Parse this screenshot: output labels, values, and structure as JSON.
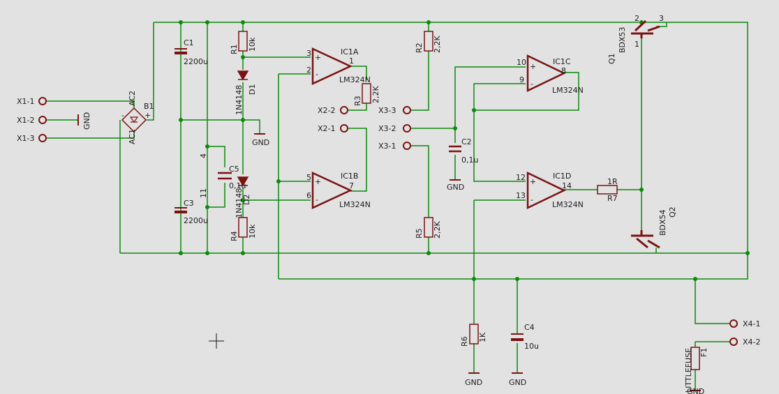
{
  "colors": {
    "background": "#e2e2e2",
    "net": "#0b8a0b",
    "part": "#7a1212",
    "text": "#1c1c1c"
  },
  "connectors": {
    "X1": [
      "X1-1",
      "X1-2",
      "X1-3"
    ],
    "X2": [
      "X2-2",
      "X2-1"
    ],
    "X3": [
      "X3-3",
      "X3-2",
      "X3-1"
    ],
    "X4": [
      "X4-1",
      "X4-2"
    ]
  },
  "parts": {
    "C1": {
      "name": "C1",
      "value": "2200u"
    },
    "C2": {
      "name": "C2",
      "value": "0,1u"
    },
    "C3": {
      "name": "C3",
      "value": "2200u"
    },
    "C4": {
      "name": "C4",
      "value": "10u"
    },
    "C5": {
      "name": "C5",
      "value": "0,1u"
    },
    "R1": {
      "name": "R1",
      "value": "10k"
    },
    "R2": {
      "name": "R2",
      "value": "2,2K"
    },
    "R3": {
      "name": "R3",
      "value": "2,2K"
    },
    "R4": {
      "name": "R4",
      "value": "10k"
    },
    "R5": {
      "name": "R5",
      "value": "2,2K"
    },
    "R6": {
      "name": "R6",
      "value": "1K"
    },
    "R7": {
      "name": "R7",
      "value": "1R"
    },
    "D1": {
      "name": "D1",
      "value": "1N4148"
    },
    "D2": {
      "name": "D2",
      "value": "1N4148"
    },
    "B1": {
      "name": "B1",
      "pins": [
        "AC2",
        "AC1",
        "+",
        "-"
      ]
    },
    "F1": {
      "name": "F1",
      "value": "LITTLEFUSE"
    },
    "Q1": {
      "name": "Q1",
      "value": "BDX53"
    },
    "Q2": {
      "name": "Q2",
      "value": "BDX54"
    },
    "IC1A": {
      "name": "IC1A",
      "value": "LM324N"
    },
    "IC1B": {
      "name": "IC1B",
      "value": "LM324N"
    },
    "IC1C": {
      "name": "IC1C",
      "value": "LM324N"
    },
    "IC1D": {
      "name": "IC1D",
      "value": "LM324N"
    }
  },
  "pins": {
    "icA": [
      "3",
      "2",
      "1"
    ],
    "icB": [
      "5",
      "6",
      "7"
    ],
    "icC": [
      "10",
      "9",
      "8"
    ],
    "icD": [
      "12",
      "13",
      "14"
    ],
    "power": [
      "4",
      "11"
    ],
    "q1": [
      "2",
      "3",
      "1"
    ],
    "opamp_signs": [
      "+",
      "-"
    ]
  },
  "gnd_label": "GND"
}
